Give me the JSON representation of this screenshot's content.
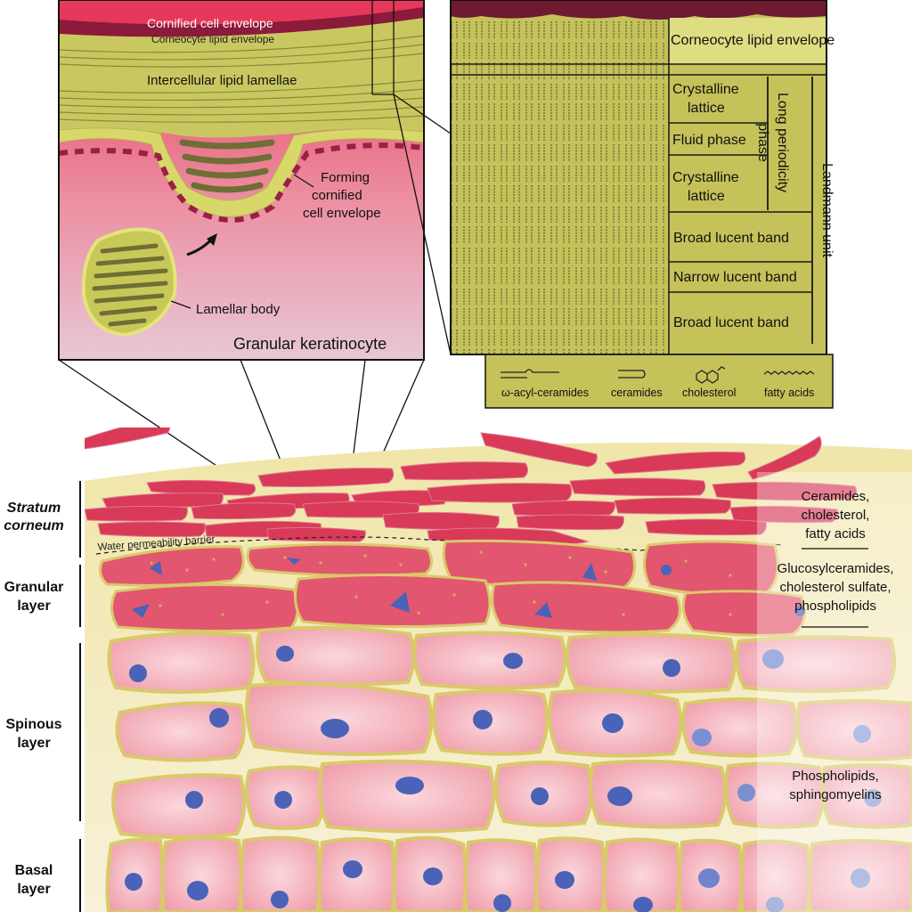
{
  "inset_left": {
    "labels": {
      "cornified_envelope": "Cornified cell envelope",
      "corneocyte_lipid": "Corneocyte lipid envelope",
      "lipid_lamellae": "Intercellular lipid lamellae",
      "forming_line1": "Forming",
      "forming_line2": "cornified",
      "forming_line3": "cell envelope",
      "lamellar_body": "Lamellar body",
      "granular_keratinocyte": "Granular keratinocyte"
    }
  },
  "inset_right": {
    "bands": [
      {
        "line1": "Corneocyte lipid envelope",
        "line2": ""
      },
      {
        "line1": "Crystalline",
        "line2": "lattice"
      },
      {
        "line1": "Fluid phase",
        "line2": ""
      },
      {
        "line1": "Crystalline",
        "line2": "lattice"
      },
      {
        "line1": "Broad lucent band",
        "line2": ""
      },
      {
        "line1": "Narrow lucent band",
        "line2": ""
      },
      {
        "line1": "Broad lucent band",
        "line2": ""
      }
    ],
    "long_periodicity_line1": "Long periodicity",
    "long_periodicity_line2": "phase",
    "landmann_unit": "Landmann unit"
  },
  "legend": {
    "items": [
      {
        "label": "ω-acyl-ceramides",
        "icon": "omega-acyl-ceramide-icon"
      },
      {
        "label": "ceramides",
        "icon": "ceramide-icon"
      },
      {
        "label": "cholesterol",
        "icon": "cholesterol-icon"
      },
      {
        "label": "fatty acids",
        "icon": "fatty-acid-icon"
      }
    ]
  },
  "layers": {
    "stratum_corneum_line1": "Stratum",
    "stratum_corneum_line2": "corneum",
    "granular_line1": "Granular",
    "granular_line2": "layer",
    "spinous_line1": "Spinous",
    "spinous_line2": "layer",
    "basal_line1": "Basal",
    "basal_line2": "layer",
    "water_barrier": "Water permeability barrier"
  },
  "lipids": {
    "sc_line1": "Ceramides,",
    "sc_line2": "cholesterol,",
    "sc_line3": "fatty acids",
    "gran_line1": "Glucosylceramides,",
    "gran_line2": "cholesterol sulfate,",
    "gran_line3": "phospholipids",
    "spin_line1": "Phospholipids,",
    "spin_line2": "sphingomyelins"
  },
  "colors": {
    "cell_pink": "#f2a3ae",
    "cell_red": "#d83a58",
    "lipid_olive": "#c8c858",
    "nucleus_blue": "#4a62b8",
    "envelope_dark": "#8c1a3a"
  }
}
